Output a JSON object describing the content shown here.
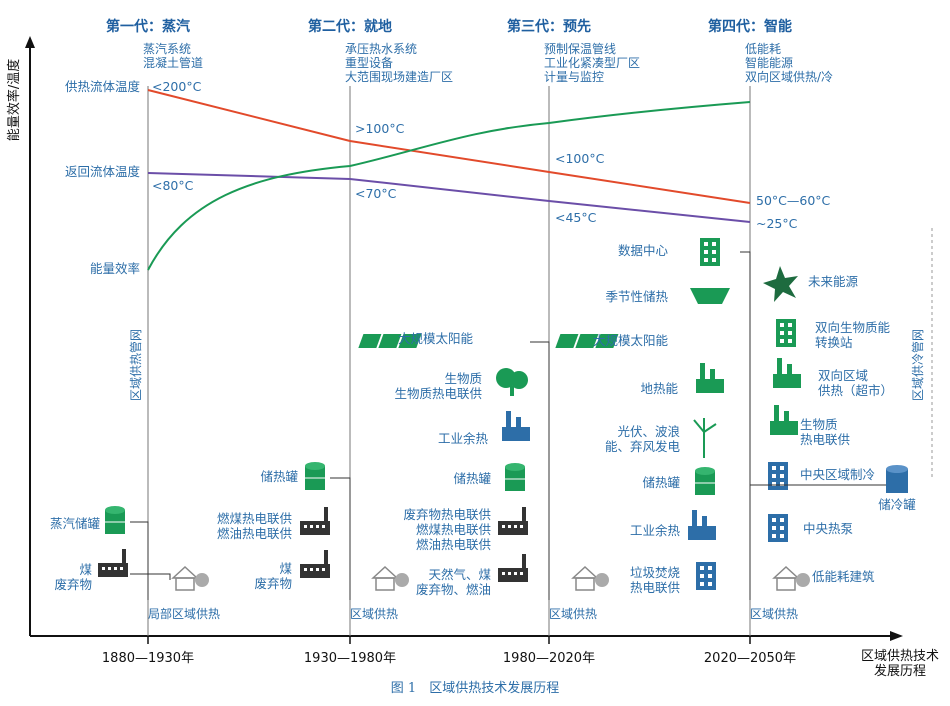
{
  "chart_data": {
    "type": "line",
    "title": "",
    "xlabel": "区域供热技术\n发展历程",
    "ylabel": "能量效率/温度",
    "x_periods": [
      "1880—1930年",
      "1930—1980年",
      "1980—2020年",
      "2020—2050年"
    ],
    "generations": [
      {
        "title": "第一代：蒸汽",
        "features": [
          "蒸汽系统",
          "混凝土管道"
        ]
      },
      {
        "title": "第二代：就地",
        "features": [
          "承压热水系统",
          "重型设备",
          "大范围现场建造厂区"
        ]
      },
      {
        "title": "第三代：预先",
        "features": [
          "预制保温管线",
          "工业化紧凑型厂区",
          "计量与监控"
        ]
      },
      {
        "title": "第四代：智能",
        "features": [
          "低能耗",
          "智能能源",
          "双向区域供热/冷"
        ]
      }
    ],
    "series": [
      {
        "name": "供热流体温度",
        "color": "#e24a2b",
        "labels": [
          "<200°C",
          ">100°C",
          "<100°C",
          "50°C—60°C"
        ]
      },
      {
        "name": "返回流体温度",
        "color": "#6b4ea8",
        "labels": [
          "<80°C",
          "<70°C",
          "<45°C",
          "~25°C"
        ]
      },
      {
        "name": "能量效率",
        "color": "#1a9a55",
        "labels": []
      }
    ],
    "left_axis_labels": [
      "供热流体温度",
      "返回流体温度",
      "能量效率"
    ],
    "vertical_labels": [
      "区域供热管网",
      "区域供冷管网"
    ],
    "gen1": {
      "items": [
        "蒸汽储罐",
        "煤\n废弃物"
      ],
      "bottom": "局部区域供热"
    },
    "gen2": {
      "items": [
        "储热罐",
        "燃煤热电联供\n燃油热电联供",
        "煤\n废弃物"
      ],
      "bottom": "区域供热"
    },
    "gen3": {
      "items": [
        "大规模太阳能",
        "生物质\n生物质热电联供",
        "工业余热",
        "储热罐",
        "废弃物热电联供\n燃煤热电联供\n燃油热电联供",
        "天然气、煤\n废弃物、燃油"
      ],
      "bottom": "区域供热"
    },
    "gen4_left": [
      "数据中心",
      "季节性储热",
      "大规模太阳能",
      "地热能",
      "光伏、波浪\n能、弃风发电",
      "储热罐",
      "工业余热",
      "垃圾焚烧\n热电联供"
    ],
    "gen4_right": [
      "未来能源",
      "双向生物质能\n转换站",
      "双向区域\n供热（超市）",
      "生物质\n热电联供",
      "中央区域制冷",
      "中央热泵",
      "低能耗建筑"
    ],
    "storage_cold": "储冷罐",
    "gen4_bottom": "区域供热",
    "caption": "图 1　区域供热技术发展历程"
  },
  "colors": {
    "blue": "#2d6ea8",
    "green": "#1a9a55",
    "red": "#e24a2b",
    "purple": "#6b4ea8",
    "axis": "#111111"
  }
}
